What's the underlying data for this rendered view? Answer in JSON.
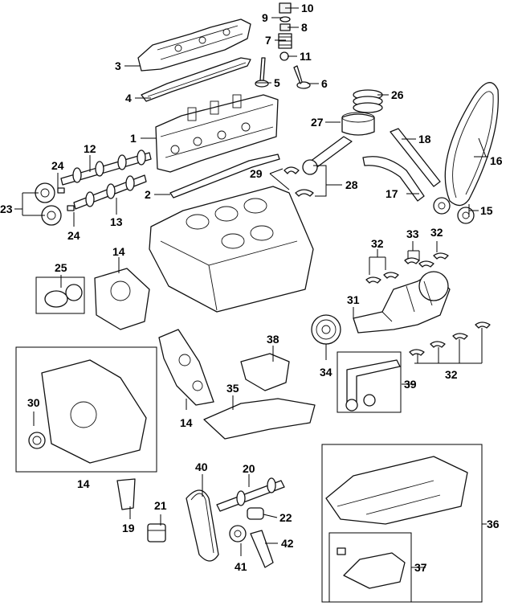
{
  "diagram": {
    "callouts": {
      "c1": "1",
      "c2": "2",
      "c3": "3",
      "c4": "4",
      "c5": "5",
      "c6": "6",
      "c7": "7",
      "c8": "8",
      "c9": "9",
      "c10": "10",
      "c11": "11",
      "c12": "12",
      "c13": "13",
      "c14a": "14",
      "c14b": "14",
      "c14c": "14",
      "c15": "15",
      "c16": "16",
      "c17": "17",
      "c18": "18",
      "c19": "19",
      "c20": "20",
      "c21": "21",
      "c22": "22",
      "c23": "23",
      "c24a": "24",
      "c24b": "24",
      "c25": "25",
      "c26": "26",
      "c27": "27",
      "c28": "28",
      "c29": "29",
      "c30": "30",
      "c31": "31",
      "c32a": "32",
      "c32b": "32",
      "c32c": "32",
      "c33": "33",
      "c34": "34",
      "c35": "35",
      "c36": "36",
      "c37": "37",
      "c38": "38",
      "c39": "39",
      "c40": "40",
      "c41": "41",
      "c42": "42"
    },
    "colors": {
      "line": "#000000",
      "background": "#ffffff"
    }
  }
}
